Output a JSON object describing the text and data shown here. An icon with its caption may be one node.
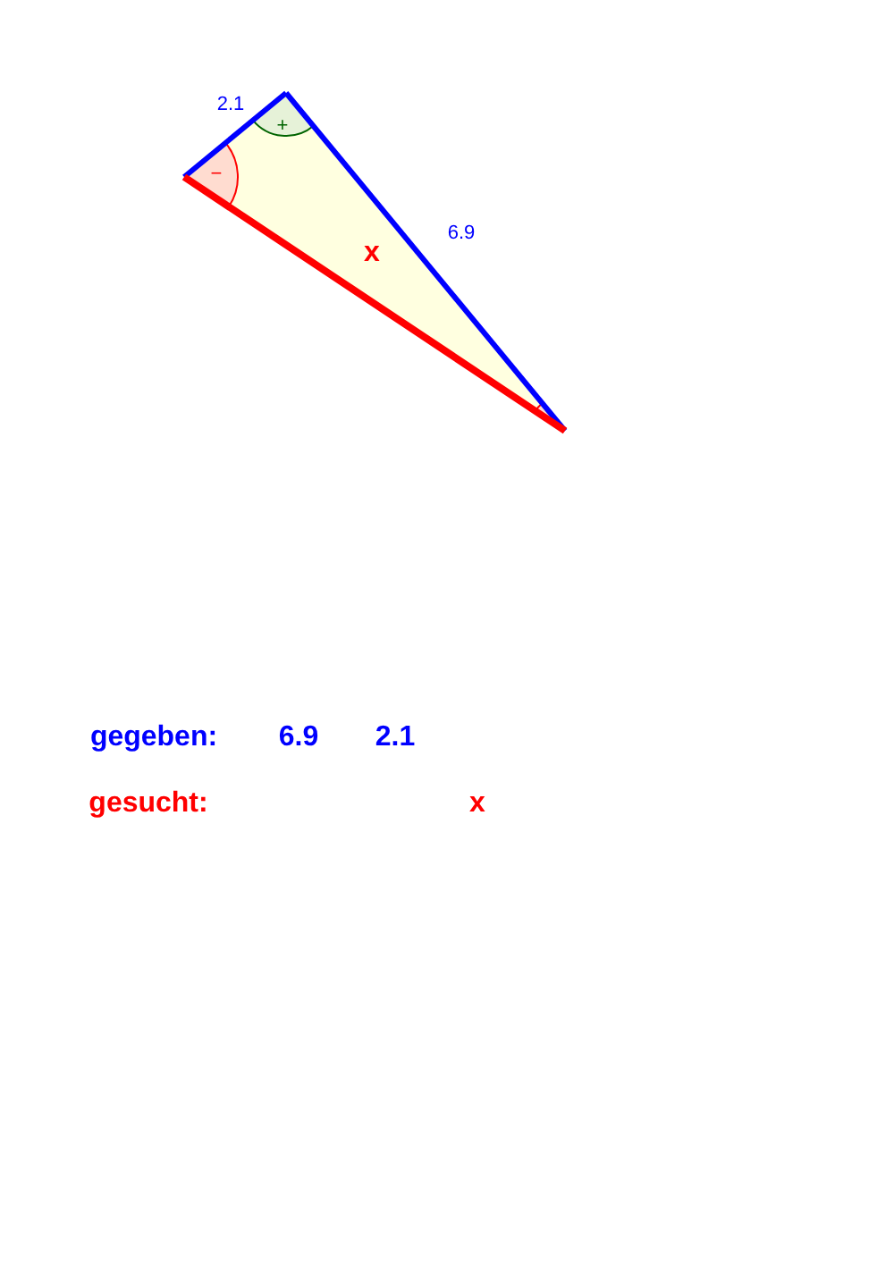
{
  "diagram": {
    "labels": [
      "2.1",
      "+",
      "−",
      "6.9",
      "x",
      "gegeben:",
      "6.9",
      "2.1",
      "gesucht:",
      "x"
    ]
  }
}
